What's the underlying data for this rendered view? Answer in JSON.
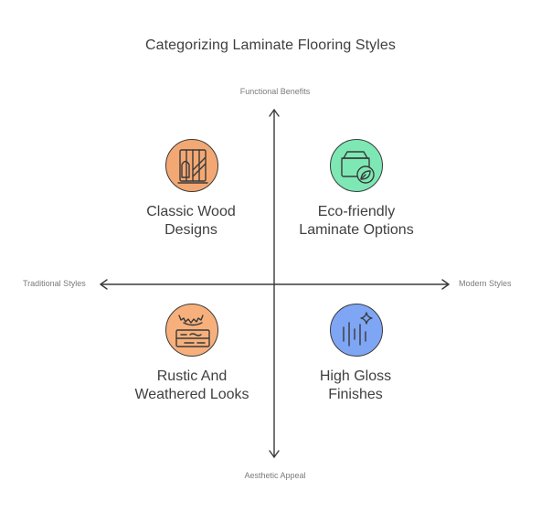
{
  "title": "Categorizing Laminate Flooring Styles",
  "axes": {
    "top": "Functional Benefits",
    "bottom": "Aesthetic Appeal",
    "left": "Traditional Styles",
    "right": "Modern Styles"
  },
  "quadrants": [
    {
      "id": "classic",
      "position": "top-left",
      "line1": "Classic Wood",
      "line2": "Designs",
      "icon": "wood-planks-icon",
      "color": "#f3a873"
    },
    {
      "id": "eco",
      "position": "top-right",
      "line1": "Eco-friendly",
      "line2": "Laminate Options",
      "icon": "eco-box-leaf-icon",
      "color": "#7ee8b4"
    },
    {
      "id": "rustic",
      "position": "bottom-left",
      "line1": "Rustic And",
      "line2": "Weathered Looks",
      "icon": "weathered-plank-icon",
      "color": "#f7b07c"
    },
    {
      "id": "gloss",
      "position": "bottom-right",
      "line1": "High Gloss",
      "line2": "Finishes",
      "icon": "sparkle-gloss-icon",
      "color": "#7ea6f5"
    }
  ]
}
